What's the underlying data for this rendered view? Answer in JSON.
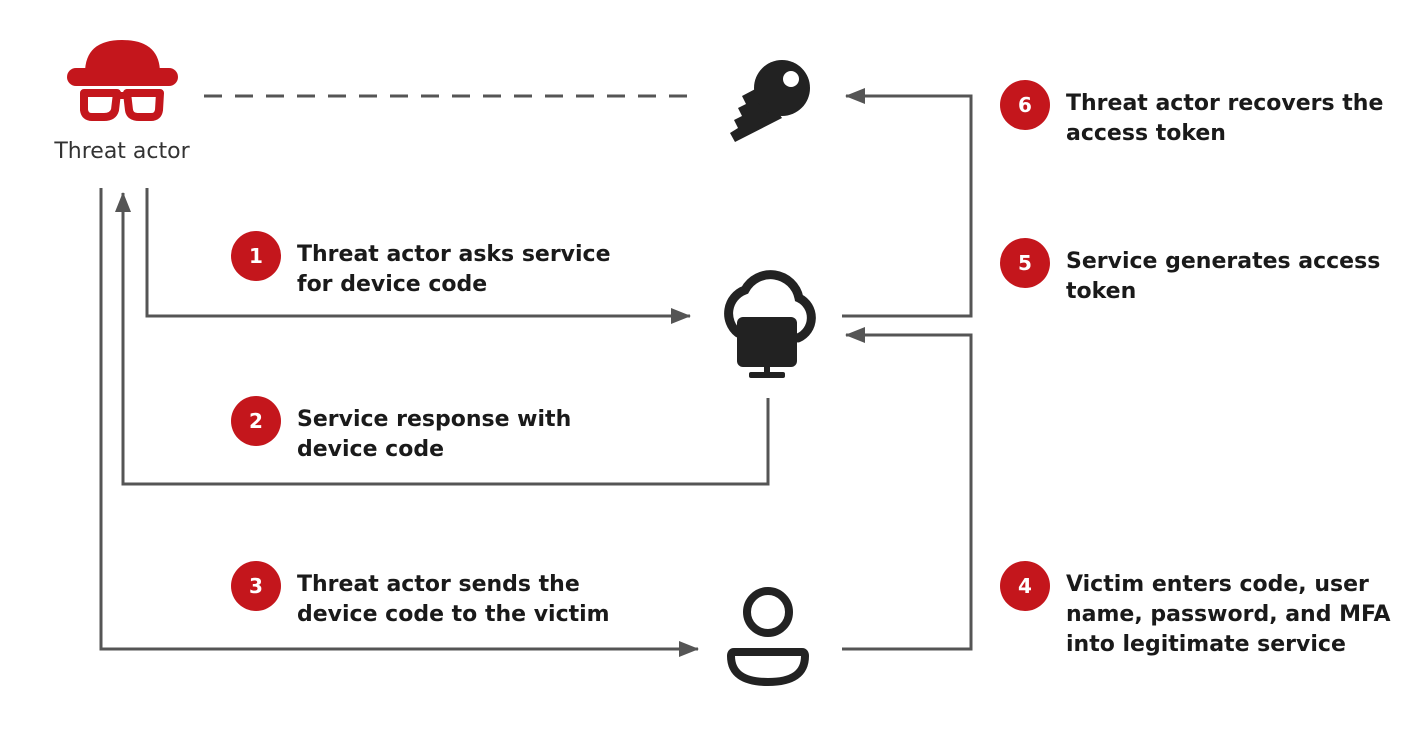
{
  "colors": {
    "accent": "#c4161c",
    "line": "#555555",
    "icon": "#222222",
    "text": "#1a1a1a",
    "badge_text": "#ffffff"
  },
  "actors": {
    "threat_actor": {
      "label": "Threat actor",
      "icon": "hacker-icon"
    },
    "token": {
      "icon": "key-icon"
    },
    "service": {
      "icon": "cloud-computer-icon"
    },
    "victim": {
      "icon": "user-icon"
    }
  },
  "steps": [
    {
      "number": "1",
      "lines": [
        "Threat actor asks service",
        "for device code"
      ]
    },
    {
      "number": "2",
      "lines": [
        "Service response with",
        "device code"
      ]
    },
    {
      "number": "3",
      "lines": [
        "Threat actor sends the",
        "device code to the victim"
      ]
    },
    {
      "number": "4",
      "lines": [
        "Victim enters code, user",
        "name, password, and MFA",
        "into legitimate service"
      ]
    },
    {
      "number": "5",
      "lines": [
        "Service generates access",
        "token"
      ]
    },
    {
      "number": "6",
      "lines": [
        "Threat actor recovers the",
        "access token"
      ]
    }
  ]
}
